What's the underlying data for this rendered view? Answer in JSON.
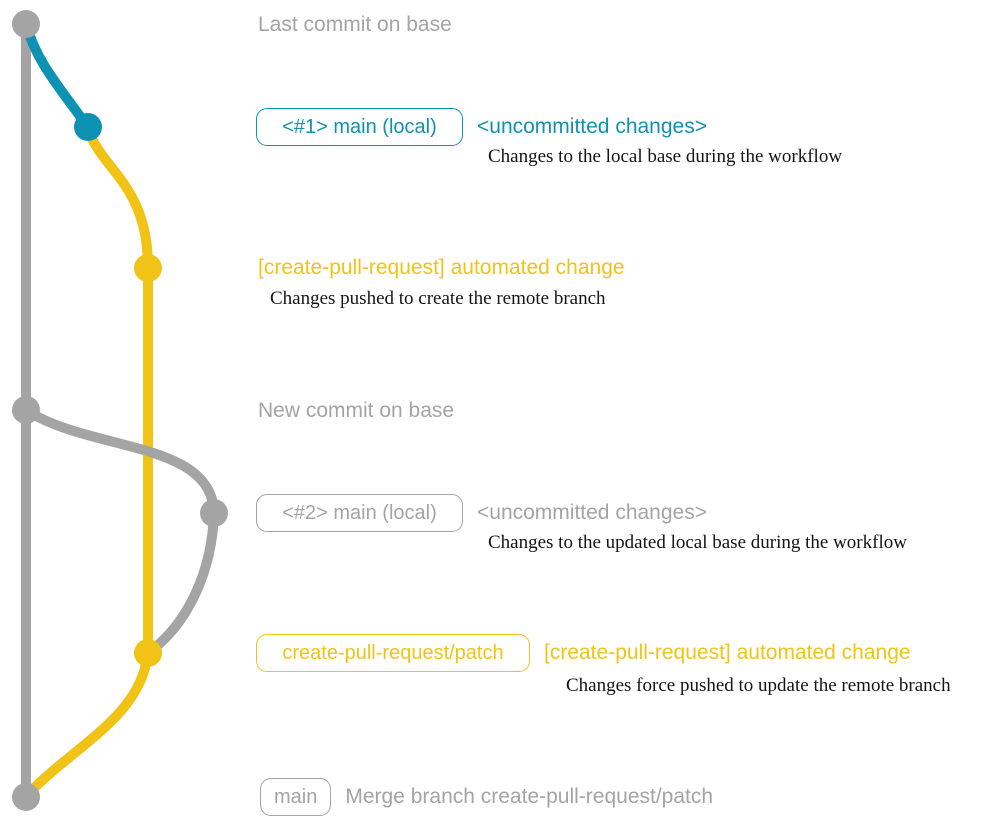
{
  "colors": {
    "base_gray": "#a4a4a4",
    "teal": "#0e92b4",
    "yellow": "#f0c316",
    "ink": "#141414",
    "background": "#ffffff"
  },
  "graph": {
    "branches": [
      {
        "name": "base",
        "color_key": "base_gray"
      },
      {
        "name": "main (local)",
        "color_key": "teal"
      },
      {
        "name": "create-pull-request/patch",
        "color_key": "yellow"
      }
    ]
  },
  "rows": {
    "r1": {
      "text": "Last commit on base"
    },
    "r2": {
      "badge": "<#1> main (local)",
      "message": "<uncommitted changes>",
      "note": "Changes to the local base during the workflow"
    },
    "r3": {
      "message": "[create-pull-request] automated change",
      "note": "Changes pushed to create the remote branch"
    },
    "r4": {
      "text": "New commit on base"
    },
    "r5": {
      "badge": "<#2> main (local)",
      "message": "<uncommitted changes>",
      "note": "Changes to the updated local base during the workflow"
    },
    "r6": {
      "badge": "create-pull-request/patch",
      "message": "[create-pull-request] automated change",
      "note": "Changes force pushed to update the remote branch"
    },
    "r7": {
      "badge": "main",
      "message": "Merge branch create-pull-request/patch"
    }
  }
}
